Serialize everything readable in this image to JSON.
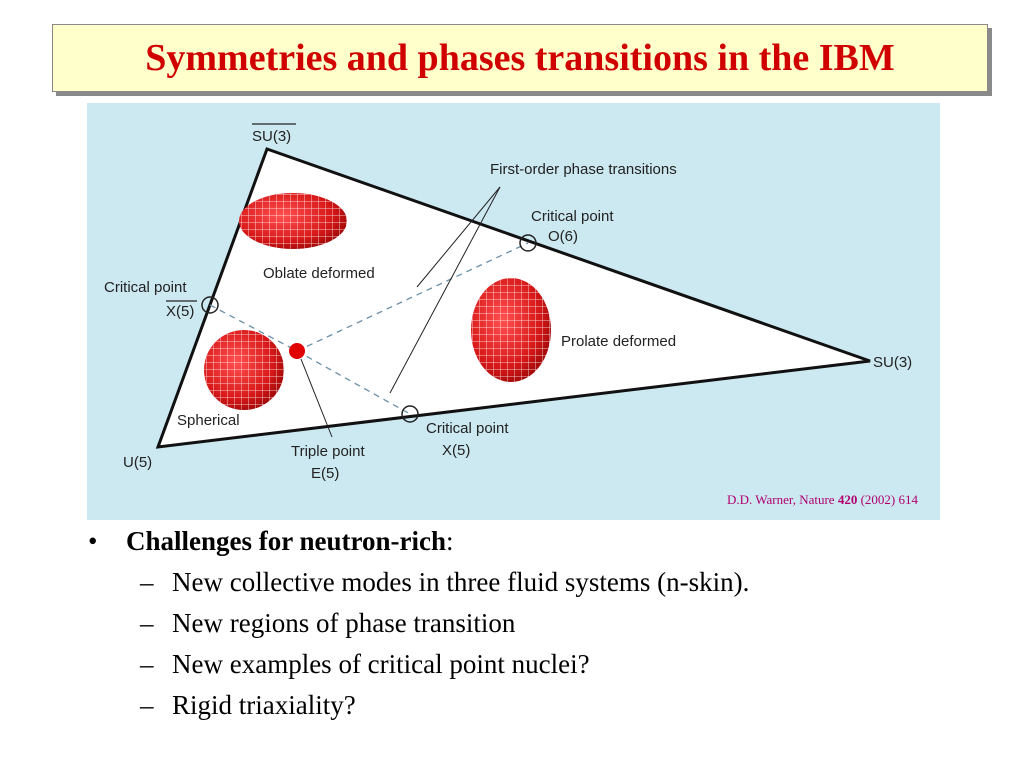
{
  "title": "Symmetries and phases transitions in the IBM",
  "diagram": {
    "vertices": {
      "su3_bar": "SU(3)",
      "u5": "U(5)",
      "su3": "SU(3)"
    },
    "regions": {
      "oblate": "Oblate deformed",
      "prolate": "Prolate deformed",
      "spherical": "Spherical"
    },
    "annotations": {
      "first_order": "First-order phase transitions",
      "critical_point": "Critical point",
      "o6": "O(6)",
      "x5_bar": "X(5)",
      "x5": "X(5)",
      "triple_point": "Triple point",
      "e5": "E(5)"
    },
    "colors": {
      "background": "#cce8f1",
      "nucleus": "#d81818",
      "triple_dot": "#e00000"
    }
  },
  "citation": {
    "authors": "D.D. Warner, Nature ",
    "volume": "420",
    "rest": " (2002) 614"
  },
  "bullets": {
    "main_bold": "Challenges for neutron-rich",
    "main_suffix": ":",
    "items": [
      "New collective modes in three fluid systems (n-skin).",
      "New regions of phase transition",
      "New examples of critical point nuclei?",
      "Rigid triaxiality?"
    ]
  }
}
